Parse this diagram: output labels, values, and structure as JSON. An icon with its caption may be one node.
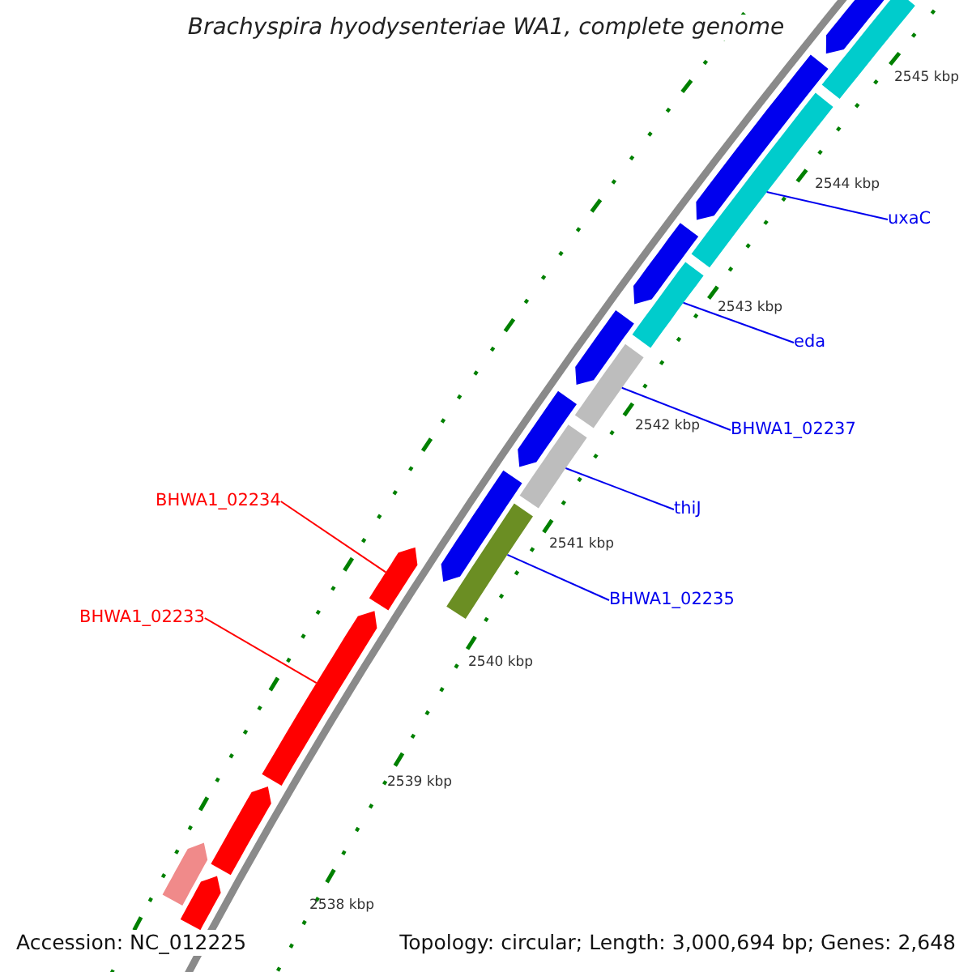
{
  "diagram": {
    "title": "Brachyspira hyodysenteriae WA1, complete genome",
    "nodes": [
      {
        "text": [
          "uxaC"
        ]
      },
      {
        "text": [
          "eda"
        ]
      },
      {
        "text": [
          "BHWA1_02237"
        ]
      },
      {
        "text": [
          "thiJ"
        ]
      },
      {
        "text": [
          "BHWA1_02235"
        ]
      },
      {
        "text": [
          "BHWA1_02234"
        ]
      },
      {
        "text": [
          "BHWA1_02233"
        ]
      },
      {
        "text": [],
        "shape": "bar"
      },
      {
        "text": [],
        "shape": "bar"
      },
      {
        "text": [],
        "shape": "bar"
      },
      {
        "text": [],
        "shape": "bar"
      },
      {
        "text": [],
        "shape": "bar"
      },
      {
        "text": [],
        "shape": "bar"
      },
      {
        "text": [],
        "shape": "bar"
      },
      {
        "text": [],
        "shape": "bar"
      },
      {
        "text": [],
        "shape": "bar"
      },
      {
        "text": [],
        "shape": "bar"
      },
      {
        "text": [],
        "shape": "bar"
      },
      {
        "text": [],
        "shape": "bar"
      },
      {
        "text": [],
        "shape": "bar"
      },
      {
        "text": [],
        "shape": "bar"
      },
      {
        "text": [],
        "shape": "bar"
      },
      {
        "text": [],
        "shape": "bar"
      },
      {
        "text": [],
        "shape": "bar"
      }
    ],
    "edges": [
      {
        "from": 0,
        "to": 10,
        "arrow": "none"
      },
      {
        "from": 1,
        "to": 12,
        "arrow": "none"
      },
      {
        "from": 2,
        "to": 14,
        "arrow": "none"
      },
      {
        "from": 3,
        "to": 16,
        "arrow": "none"
      },
      {
        "from": 4,
        "to": 18,
        "arrow": "none"
      },
      {
        "from": 5,
        "to": 19,
        "arrow": "none",
        "color": "#ff0000"
      },
      {
        "from": 6,
        "to": 20,
        "arrow": "none",
        "color": "#ff0000"
      }
    ],
    "labels": [
      "2545 kbp",
      "2544 kbp",
      "2543 kbp",
      "2542 kbp",
      "2541 kbp",
      "2540 kbp",
      "2539 kbp",
      "2538 kbp",
      "Accession: NC_012225",
      "Topology: circular; Length: 3,000,694 bp; Genes: 2,648"
    ]
  }
}
